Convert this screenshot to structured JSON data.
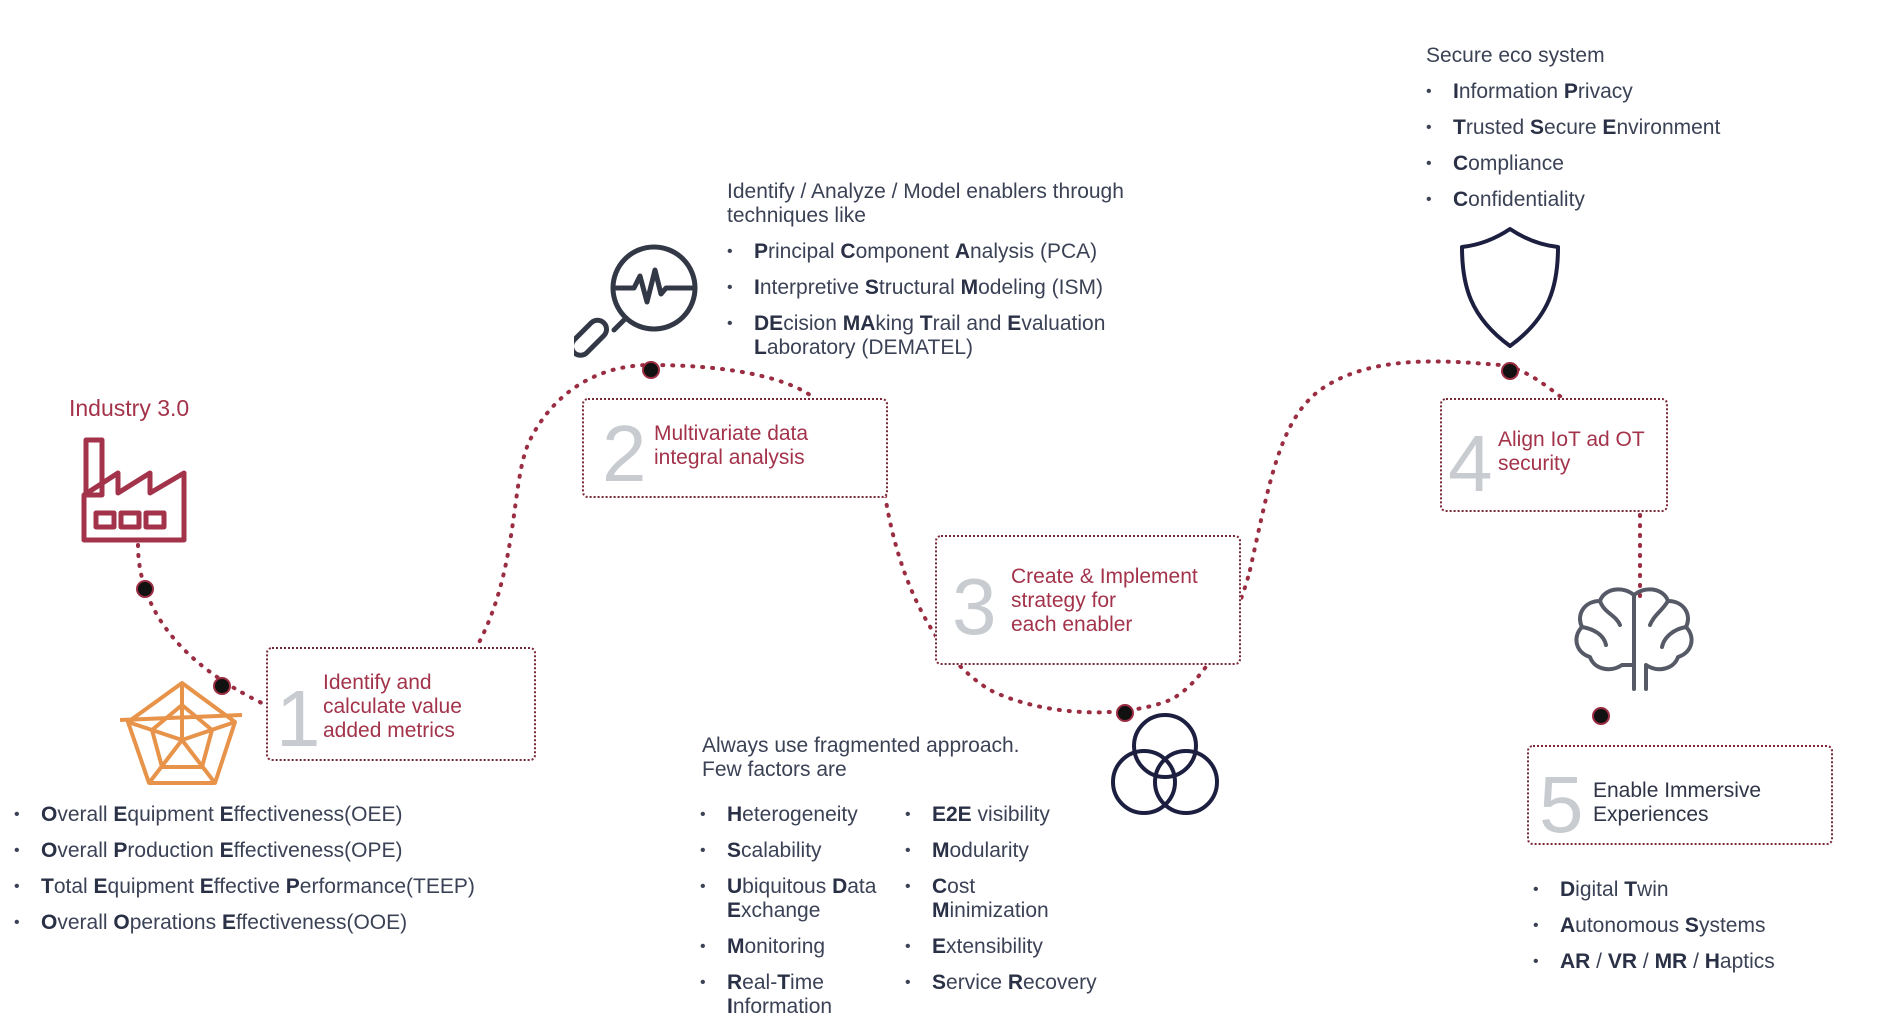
{
  "industry_label": "Industry 3.0",
  "steps": [
    {
      "number": "1",
      "title_lines": [
        "Identify and",
        "calculate value",
        "added metrics"
      ]
    },
    {
      "number": "2",
      "title_lines": [
        "Multivariate data",
        "integral analysis"
      ]
    },
    {
      "number": "3",
      "title_lines": [
        "Create & Implement",
        "strategy for",
        "each enabler"
      ]
    },
    {
      "number": "4",
      "title_lines": [
        "Align IoT ad OT",
        "security"
      ]
    },
    {
      "number": "5",
      "title_lines": [
        "Enable Immersive",
        "Experiences"
      ]
    }
  ],
  "metrics_list": [
    [
      [
        "O",
        "verall "
      ],
      [
        "E",
        "quipment "
      ],
      [
        "E",
        "ffectiveness(OEE)"
      ]
    ],
    [
      [
        "O",
        "verall "
      ],
      [
        "P",
        "roduction "
      ],
      [
        "E",
        "ffectiveness(OPE)"
      ]
    ],
    [
      [
        "T",
        "otal "
      ],
      [
        "E",
        "quipment "
      ],
      [
        "E",
        "ffective "
      ],
      [
        "P",
        "erformance(TEEP)"
      ]
    ],
    [
      [
        "O",
        "verall "
      ],
      [
        "O",
        "perations "
      ],
      [
        "E",
        "ffectiveness(OOE)"
      ]
    ]
  ],
  "analysis": {
    "intro_lines": [
      "Identify / Analyze / Model enablers through",
      "techniques like"
    ],
    "items": [
      [
        [
          "P",
          "rincipal "
        ],
        [
          "C",
          "omponent "
        ],
        [
          "A",
          "nalysis (PCA)"
        ]
      ],
      [
        [
          "I",
          "nterpretive "
        ],
        [
          "S",
          "tructural "
        ],
        [
          "M",
          "odeling (ISM)"
        ]
      ],
      [
        [
          "DE",
          "cision "
        ],
        [
          "MA",
          "king "
        ],
        [
          "T",
          "rail and "
        ],
        [
          "E",
          "valuation"
        ],
        [
          "|",
          ""
        ],
        [
          "L",
          "aboratory (DEMATEL)"
        ]
      ]
    ]
  },
  "fragmented": {
    "intro_lines": [
      "Always use  fragmented approach.",
      "Few factors are"
    ],
    "col1": [
      [
        [
          "H",
          "eterogeneity"
        ]
      ],
      [
        [
          "S",
          "calability"
        ]
      ],
      [
        [
          "U",
          "biquitous "
        ],
        [
          "D",
          "ata"
        ],
        [
          "|",
          ""
        ],
        [
          "E",
          "xchange"
        ]
      ],
      [
        [
          "M",
          "onitoring"
        ]
      ],
      [
        [
          "R",
          "eal-"
        ],
        [
          "T",
          "ime"
        ],
        [
          "|",
          ""
        ],
        [
          "I",
          "nformation"
        ]
      ]
    ],
    "col2": [
      [
        [
          "E2E",
          " visibility"
        ]
      ],
      [
        [
          "M",
          "odularity"
        ]
      ],
      [
        [
          "C",
          "ost"
        ],
        [
          "|",
          ""
        ],
        [
          "M",
          "inimization"
        ]
      ],
      [
        [
          "E",
          "xtensibility"
        ]
      ],
      [
        [
          "S",
          "ervice "
        ],
        [
          "R",
          "ecovery"
        ]
      ]
    ]
  },
  "security": {
    "intro": "Secure eco system",
    "items": [
      [
        [
          "I",
          "nformation "
        ],
        [
          "P",
          "rivacy"
        ]
      ],
      [
        [
          "T",
          "rusted "
        ],
        [
          "S",
          "ecure "
        ],
        [
          "E",
          "nvironment"
        ]
      ],
      [
        [
          "C",
          "ompliance"
        ]
      ],
      [
        [
          "C",
          "onfidentiality"
        ]
      ]
    ]
  },
  "immersive": [
    [
      [
        "D",
        "igital "
      ],
      [
        "T",
        "win"
      ]
    ],
    [
      [
        "A",
        "utonomous "
      ],
      [
        "S",
        "ystems"
      ]
    ],
    [
      [
        "AR",
        "  / "
      ],
      [
        "VR",
        " / "
      ],
      [
        "MR",
        " / "
      ],
      [
        "H",
        "aptics"
      ]
    ]
  ],
  "icons": [
    "factory-icon",
    "radar-chart-icon",
    "magnifier-pulse-icon",
    "venn-circles-icon",
    "shield-icon",
    "brain-icon"
  ],
  "colors": {
    "accent": "#a3334a",
    "dots": "#9b2d42",
    "text": "#3b4256",
    "bold": "#2a3045",
    "radar": "#e8934a",
    "icon_dark": "#1c1f3f"
  }
}
